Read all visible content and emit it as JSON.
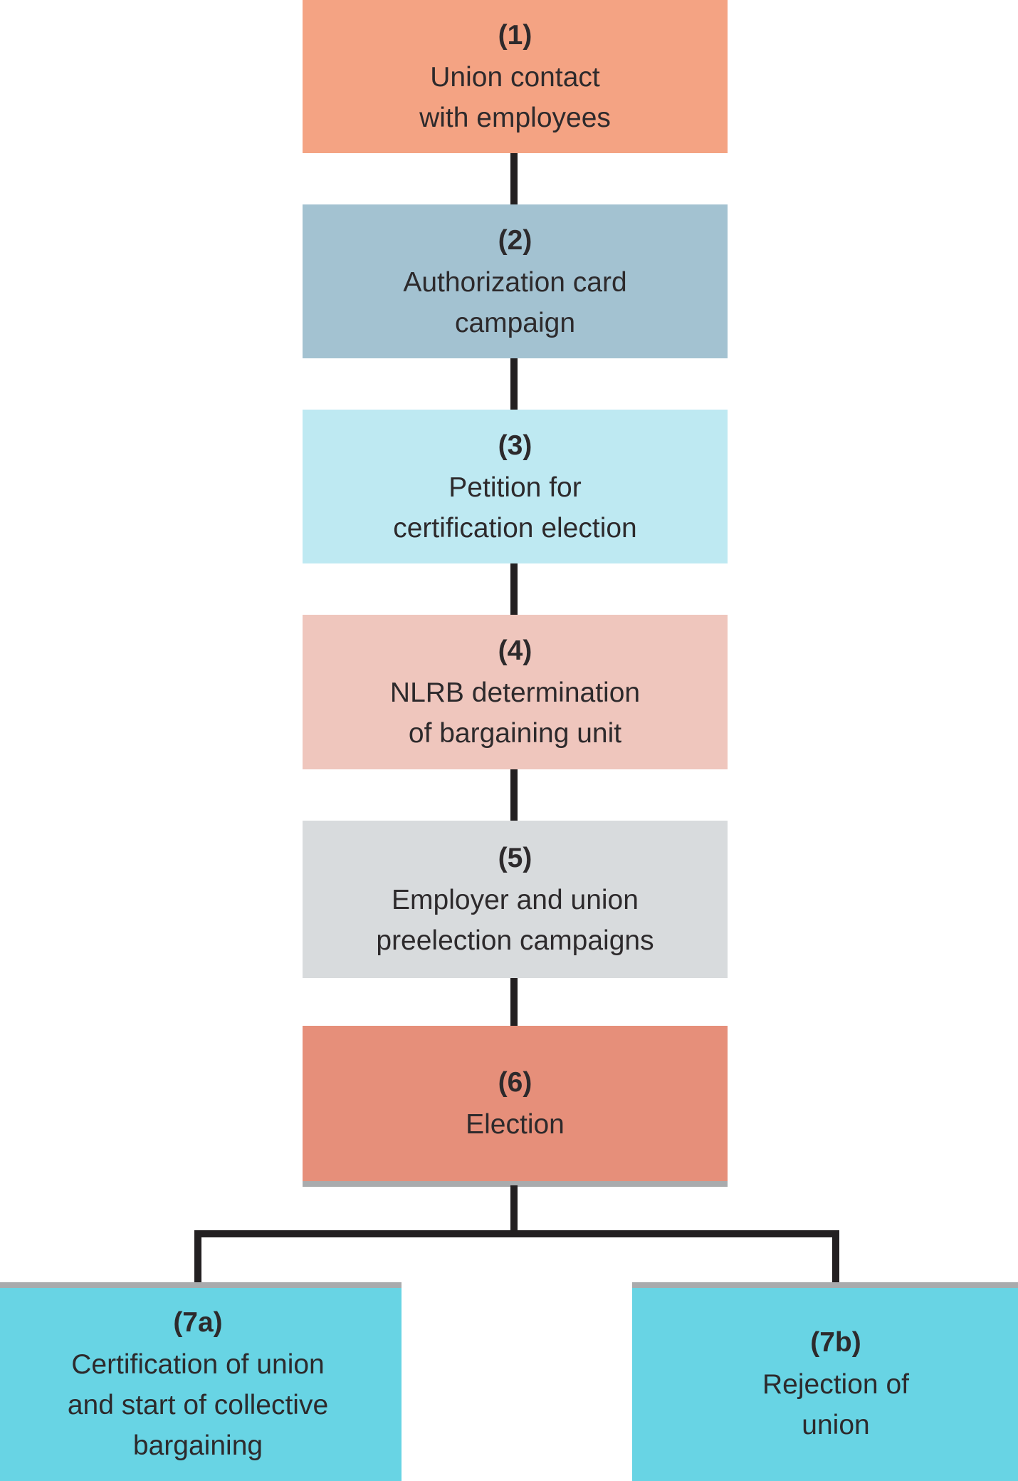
{
  "figure": {
    "background": "#ffffff",
    "connector_color": "#232021",
    "text_color": "#2d2a2c",
    "shadow_color": "#a9abad",
    "steps": [
      {
        "number": "(1)",
        "lines": [
          "Union contact",
          "with employees"
        ],
        "fill": "#f4a383"
      },
      {
        "number": "(2)",
        "lines": [
          "Authorization card",
          "campaign"
        ],
        "fill": "#a3c2d1"
      },
      {
        "number": "(3)",
        "lines": [
          "Petition for",
          "certification election"
        ],
        "fill": "#bee9f2"
      },
      {
        "number": "(4)",
        "lines": [
          "NLRB determination",
          "of bargaining unit"
        ],
        "fill": "#efc6bd"
      },
      {
        "number": "(5)",
        "lines": [
          "Employer and union",
          "preelection campaigns"
        ],
        "fill": "#d8dbdd"
      },
      {
        "number": "(6)",
        "lines": [
          "Election"
        ],
        "fill": "#e68f7a"
      },
      {
        "number": "(7a)",
        "lines": [
          "Certification of union",
          "and start of collective",
          "bargaining"
        ],
        "fill": "#68d4e4"
      },
      {
        "number": "(7b)",
        "lines": [
          "Rejection of",
          "union"
        ],
        "fill": "#68d4e4"
      }
    ]
  }
}
